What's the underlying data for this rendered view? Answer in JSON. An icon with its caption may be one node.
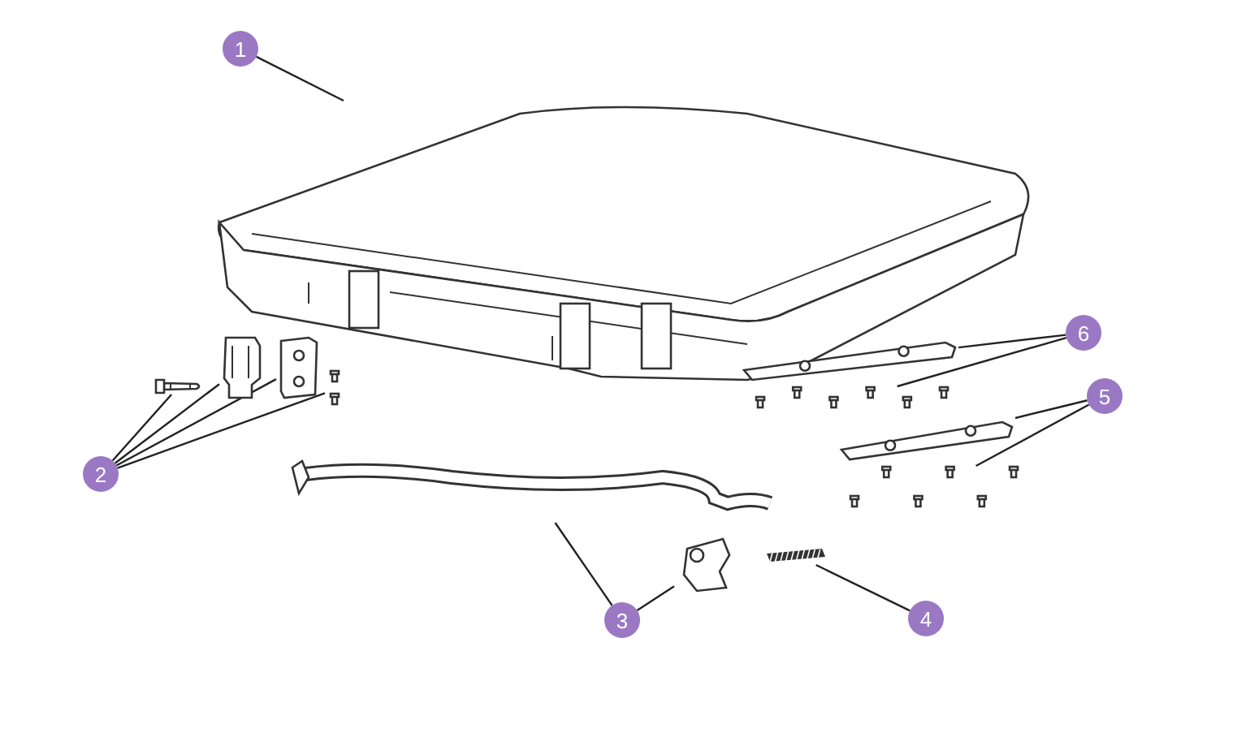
{
  "diagram": {
    "nodes": [
      {
        "text": [
          "1"
        ]
      },
      {
        "text": [],
        "shape": "picture"
      },
      {
        "text": [
          "2"
        ]
      },
      {
        "text": [],
        "shape": "picture"
      },
      {
        "text": [],
        "shape": "picture"
      },
      {
        "text": [],
        "shape": "picture"
      },
      {
        "text": [],
        "shape": "picture"
      },
      {
        "text": [
          "3"
        ]
      },
      {
        "text": [],
        "shape": "picture"
      },
      {
        "text": [],
        "shape": "picture"
      },
      {
        "text": [
          "4"
        ]
      },
      {
        "text": [],
        "shape": "picture"
      },
      {
        "text": [
          "5"
        ]
      },
      {
        "text": [],
        "shape": "picture"
      },
      {
        "text": [],
        "shape": "picture"
      },
      {
        "text": [
          "6"
        ]
      },
      {
        "text": [],
        "shape": "picture"
      },
      {
        "text": [],
        "shape": "picture"
      }
    ],
    "edges": [
      {
        "from": 0,
        "to": 1,
        "arrow": "none"
      },
      {
        "from": 2,
        "to": 3,
        "arrow": "none"
      },
      {
        "from": 2,
        "to": 4,
        "arrow": "none"
      },
      {
        "from": 2,
        "to": 5,
        "arrow": "none"
      },
      {
        "from": 2,
        "to": 6,
        "arrow": "none"
      },
      {
        "from": 7,
        "to": 8,
        "arrow": "none"
      },
      {
        "from": 7,
        "to": 9,
        "arrow": "none"
      },
      {
        "from": 10,
        "to": 11,
        "arrow": "none"
      },
      {
        "from": 12,
        "to": 13,
        "arrow": "none"
      },
      {
        "from": 12,
        "to": 14,
        "arrow": "none"
      },
      {
        "from": 15,
        "to": 16,
        "arrow": "none"
      },
      {
        "from": 15,
        "to": 17,
        "arrow": "none"
      }
    ]
  }
}
